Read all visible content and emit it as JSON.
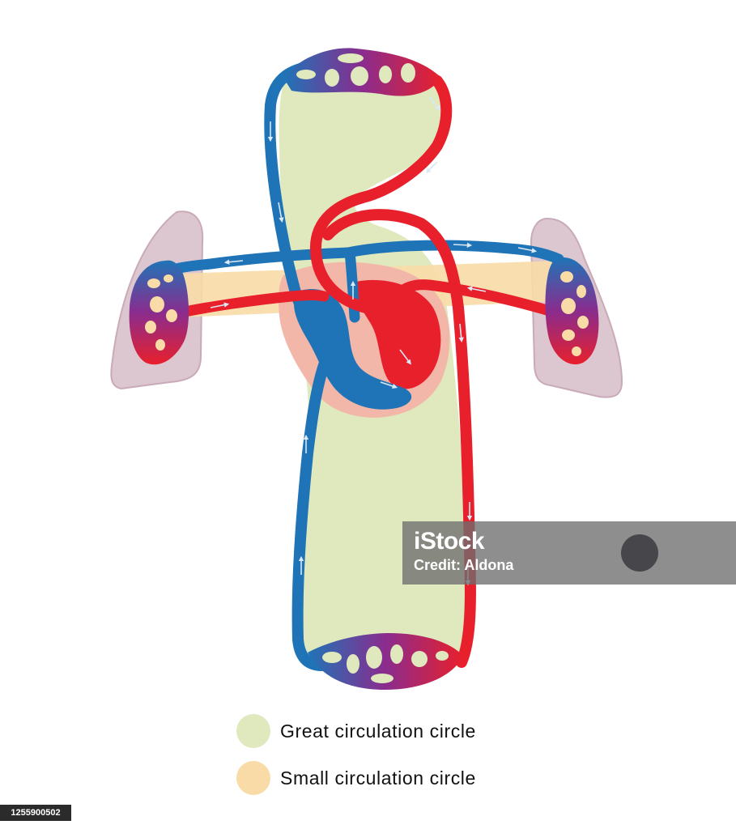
{
  "legend": {
    "great": {
      "label": "Great circulation circle",
      "color": "#dfe9bd"
    },
    "small": {
      "label": "Small circulation circle",
      "color": "#f8dba6"
    }
  },
  "watermark": {
    "brand": "iStock",
    "credit": "Credit: Aldona"
  },
  "image_id": "1255900502",
  "colors": {
    "artery": "#e8202c",
    "vein": "#1f74b7",
    "lung": "#dcc6cf",
    "heart_outline": "#f3b7aa",
    "capillary_gradient": [
      "#1f74b7",
      "#8a2c8e",
      "#e8202c"
    ]
  }
}
